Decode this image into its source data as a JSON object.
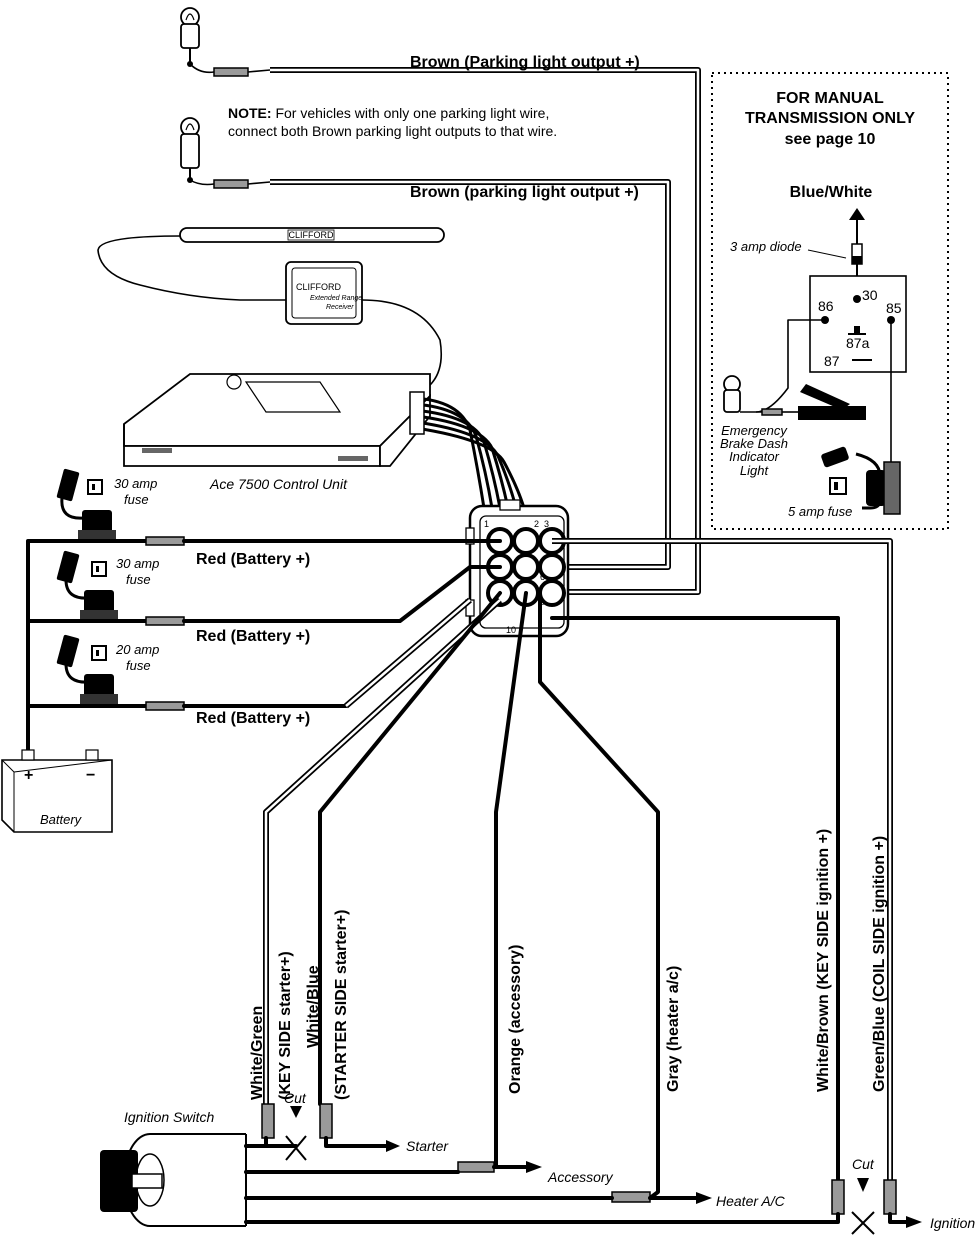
{
  "labels": {
    "brown_top": "Brown (Parking light output +)",
    "brown_second": "Brown (parking light output +)",
    "note_bold": "NOTE:",
    "note_line1": " For vehicles with only one parking light wire,",
    "note_line2": "connect both Brown parking light outputs to that wire.",
    "manual_line1": "FOR MANUAL",
    "manual_line2": "TRANSMISSION ONLY",
    "manual_line3": "see page 10",
    "blue_white": "Blue/White",
    "diode": "3 amp diode",
    "relay_86": "86",
    "relay_30": "30",
    "relay_85": "85",
    "relay_87a": "87a",
    "relay_87": "87",
    "ebrake_1": "Emergency",
    "ebrake_2": "Brake Dash",
    "ebrake_3": "Indicator",
    "ebrake_4": "Light",
    "fuse_5amp": "5 amp fuse",
    "control_unit": "Ace 7500 Control Unit",
    "antenna_brand": "CLIFFORD",
    "receiver_brand": "CLIFFORD",
    "receiver_line1": "Extended Range",
    "receiver_line2": "Receiver",
    "fuse1_amp": "30 amp",
    "fuse1_word": "fuse",
    "fuse2_amp": "30 amp",
    "fuse2_word": "fuse",
    "fuse3_amp": "20 amp",
    "fuse3_word": "fuse",
    "red1": "Red (Battery +)",
    "red2": "Red (Battery +)",
    "red3": "Red (Battery +)",
    "battery": "Battery",
    "battery_plus": "+",
    "battery_minus": "−",
    "pin_1": "1",
    "pin_2": "2",
    "pin_3": "3",
    "pin_6": "6",
    "pin_9": "9",
    "pin_10": "10",
    "ignition_switch": "Ignition Switch",
    "cut_left": "Cut",
    "cut_right": "Cut",
    "white_green_1": "White/Green",
    "white_green_2": "(KEY SIDE starter+)",
    "white_blue_1": "White/Blue",
    "white_blue_2": "(STARTER SIDE starter+)",
    "orange": "Orange  (accessory)",
    "gray": "Gray  (heater a/c)",
    "white_brown": "White/Brown  (KEY SIDE ignition +)",
    "green_blue": "Green/Blue  (COIL SIDE ignition +)",
    "starter": "Starter",
    "accessory": "Accessory",
    "heater": "Heater A/C",
    "ignition": "Ignition"
  }
}
